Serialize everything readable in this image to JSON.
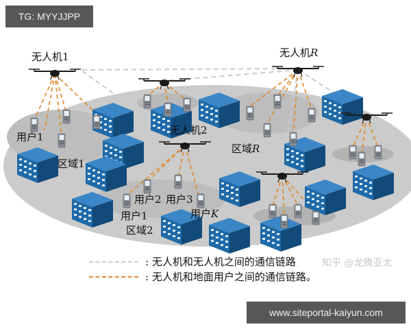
{
  "watermarks": {
    "top_left": "TG: MYYJJPP",
    "bottom_right": "www.siteportal-kaiyun.com",
    "credit": "知乎 @龙腾亚太"
  },
  "diagram": {
    "title": "",
    "uavs": [
      {
        "id": "uav1",
        "label_prefix": "无人机",
        "label_index": "1"
      },
      {
        "id": "uav2",
        "label_prefix": "无人机",
        "label_index": "2"
      },
      {
        "id": "uavR",
        "label_prefix": "无人机",
        "label_index": "R"
      }
    ],
    "regions": [
      {
        "id": "region1",
        "label_prefix": "区域",
        "label_index": "1"
      },
      {
        "id": "region2",
        "label_prefix": "区域",
        "label_index": "2"
      },
      {
        "id": "regionR",
        "label_prefix": "区域",
        "label_index": "R"
      }
    ],
    "users": [
      {
        "id": "user1_region1",
        "label": "用户1"
      },
      {
        "id": "user1_region2",
        "label": "用户1"
      },
      {
        "id": "user2",
        "label": "用户2"
      },
      {
        "id": "user3",
        "label": "用户3"
      },
      {
        "id": "userK",
        "label_prefix": "用户",
        "label_index": "K"
      }
    ]
  },
  "legend": {
    "items": [
      {
        "line_style": "dashed",
        "color": "#c7ccd3",
        "text": ": 无人机和无人机之间的通信链路"
      },
      {
        "line_style": "dashed",
        "color": "#e08a2e",
        "text": ": 无人机和地面用户之间的通信链路。"
      }
    ]
  },
  "colors": {
    "ground": "#c9c9c9",
    "ground_shadow": "#b4b4b4",
    "building": "#1f6aa8",
    "building_dark": "#124a7a",
    "u2u_link": "#c7ccd3",
    "u2g_link": "#e08a2e",
    "drone": "#1a1a1a"
  }
}
